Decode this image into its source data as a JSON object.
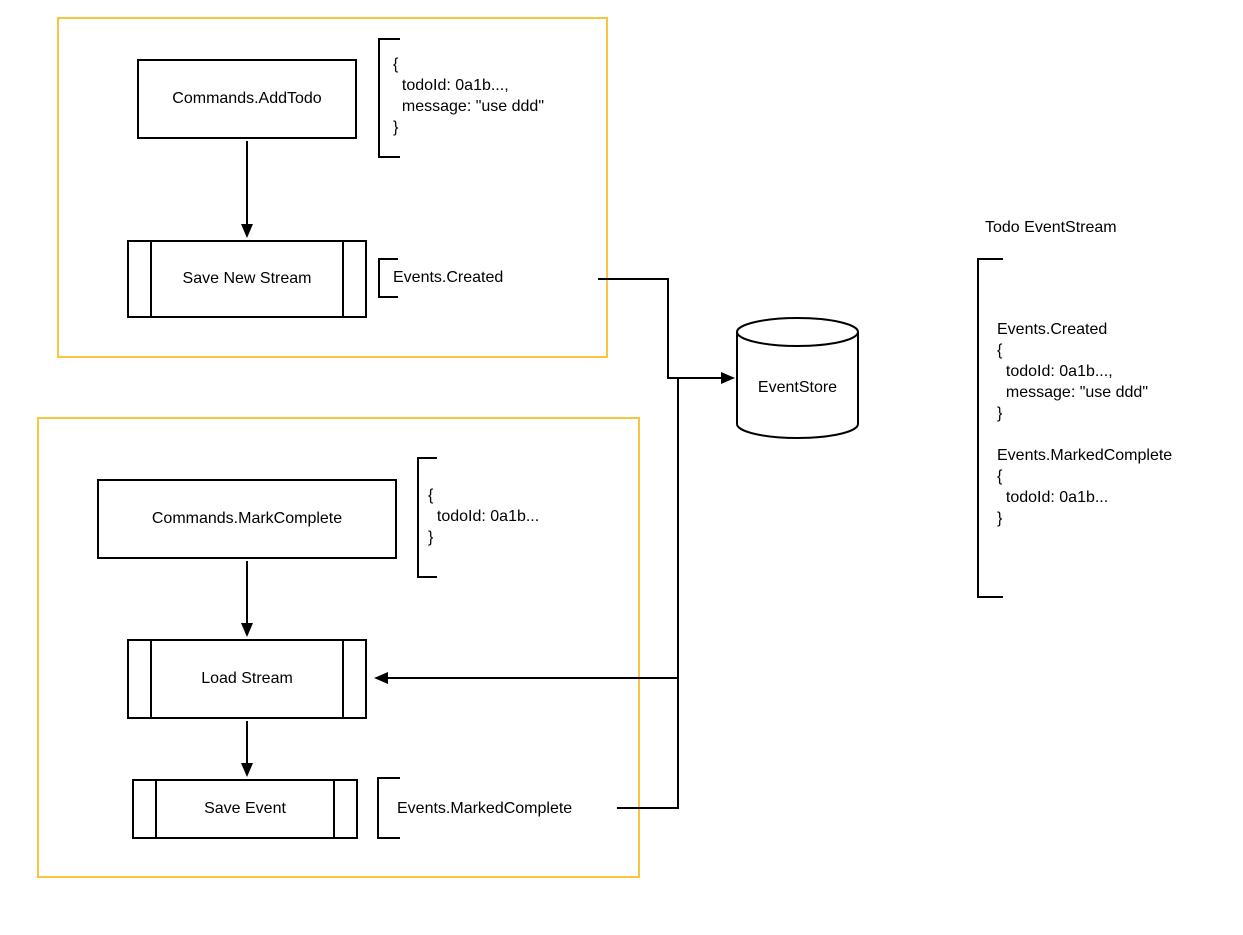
{
  "diagram": {
    "kind": "event-sourcing flow diagram",
    "colors": {
      "container_border": "#F9C440",
      "shape_border": "#000000",
      "background": "#FFFFFF"
    }
  },
  "nodes": {
    "commands_add_todo": {
      "label": "Commands.AddTodo"
    },
    "save_new_stream": {
      "label": "Save New Stream"
    },
    "commands_mark_complete": {
      "label": "Commands.MarkComplete"
    },
    "load_stream": {
      "label": "Load Stream"
    },
    "save_event": {
      "label": "Save Event"
    },
    "event_store": {
      "label": "EventStore"
    }
  },
  "annotations": {
    "add_todo_payload": "{\n  todoId: 0a1b...,\n  message: \"use ddd\"\n}",
    "events_created": "Events.Created",
    "mark_complete_payload": "{\n  todoId: 0a1b...\n}",
    "events_marked_complete": "Events.MarkedComplete"
  },
  "event_stream": {
    "title": "Todo EventStream",
    "contents": "Events.Created\n{\n  todoId: 0a1b...,\n  message: \"use ddd\"\n}\n\nEvents.MarkedComplete\n{\n  todoId: 0a1b...\n}"
  }
}
